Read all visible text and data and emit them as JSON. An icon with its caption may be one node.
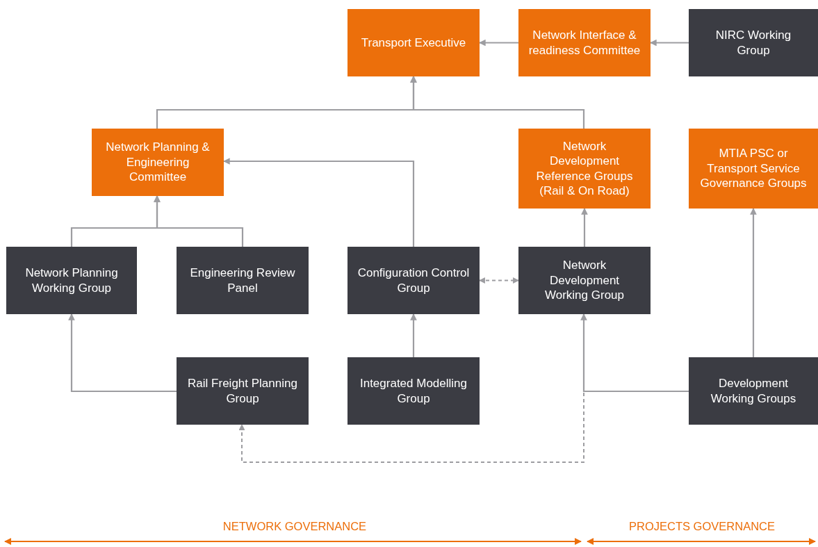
{
  "diagram": {
    "nodes": [
      {
        "text": [
          "Transport Executive"
        ]
      },
      {
        "text": [
          "Network Interface & readiness Committee"
        ]
      },
      {
        "text": [
          "NIRC Working Group"
        ]
      },
      {
        "text": [
          "Network Planning & Engineering Committee"
        ]
      },
      {
        "text": [
          "Network Development Reference Groups (Rail & On Road)"
        ]
      },
      {
        "text": [
          "MTIA PSC or Transport Service Governance Groups"
        ]
      },
      {
        "text": [
          "Network Planning Working Group"
        ]
      },
      {
        "text": [
          "Engineering Review Panel"
        ]
      },
      {
        "text": [
          "Configuration Control Group"
        ]
      },
      {
        "text": [
          "Network Development Working Group"
        ]
      },
      {
        "text": [
          "Rail Freight Planning Group"
        ]
      },
      {
        "text": [
          "Integrated Modelling Group"
        ]
      },
      {
        "text": [
          "Development Working Groups"
        ]
      }
    ],
    "edges": [
      {
        "from": 1,
        "to": 0,
        "arrow": "to"
      },
      {
        "from": 2,
        "to": 1,
        "arrow": "to"
      },
      {
        "from": 3,
        "to": 0,
        "arrow": "to"
      },
      {
        "from": 4,
        "to": 0,
        "arrow": "to"
      },
      {
        "from": 8,
        "to": 3,
        "arrow": "to"
      },
      {
        "from": 6,
        "to": 3,
        "arrow": "to"
      },
      {
        "from": 7,
        "to": 3,
        "arrow": "to"
      },
      {
        "from": 9,
        "to": 4,
        "arrow": "to"
      },
      {
        "from": 12,
        "to": 5,
        "arrow": "to"
      },
      {
        "from": 10,
        "to": 6,
        "arrow": "to"
      },
      {
        "from": 11,
        "to": 8,
        "arrow": "to"
      },
      {
        "from": 12,
        "to": 9,
        "arrow": "to"
      },
      {
        "from": 8,
        "to": 9,
        "arrow": "both",
        "style": "dashed"
      },
      {
        "from": 12,
        "to": 10,
        "arrow": "to",
        "style": "dashed"
      }
    ],
    "labels": [
      "NETWORK GOVERNANCE",
      "PROJECTS GOVERNANCE"
    ]
  }
}
